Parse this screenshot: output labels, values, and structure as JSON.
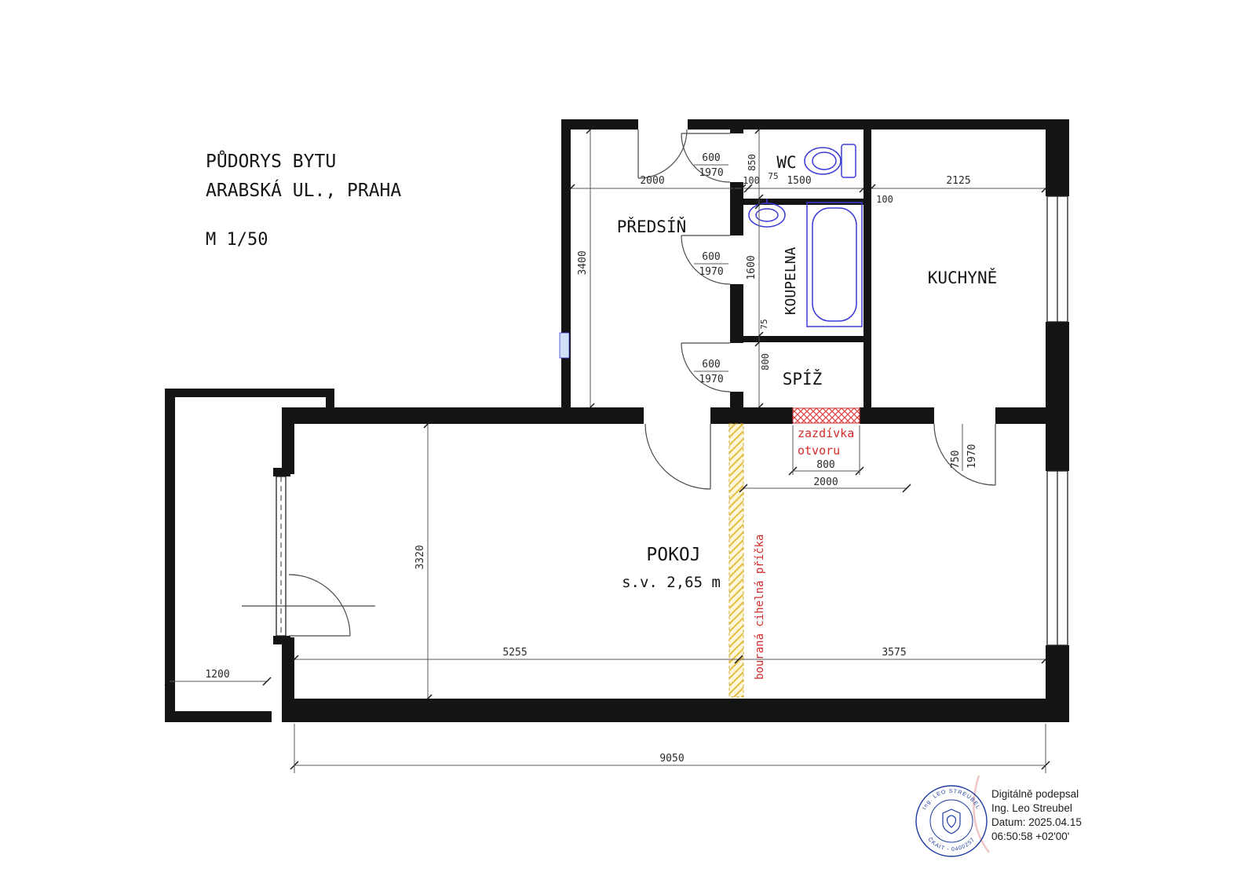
{
  "title": {
    "project": "PŮDORYS BYTU",
    "address": "ARABSKÁ UL., PRAHA",
    "scale": "M 1/50"
  },
  "rooms": {
    "hall": "PŘEDSÍŇ",
    "wc": "WC",
    "bathroom": "KOUPELNA",
    "kitchen": "KUCHYNĚ",
    "pantry": "SPÍŽ",
    "living_room": "POKOJ",
    "ceiling_height": "s.v. 2,65 m"
  },
  "door_labels": {
    "interior_width": "600",
    "interior_height": "1970",
    "kitchen_width": "750",
    "kitchen_height": "1970"
  },
  "dimensions": {
    "hall_width": "2000",
    "wall_a": "100",
    "wc_offset": "75",
    "wc_width": "1500",
    "wc_depth": "850",
    "kitchen_width": "2125",
    "wall_b": "100",
    "hall_depth": "3400",
    "bathroom_depth": "1600",
    "partition": "75",
    "pantry_depth": "800",
    "opening_width": "800",
    "opening_span": "2000",
    "room_depth": "3320",
    "room_left_width": "5255",
    "room_right_width": "3575",
    "balcony_width": "1200",
    "total_width": "9050"
  },
  "annotations": {
    "infill_line1": "zazdívka",
    "infill_line2": "otvoru",
    "demolition_note": "bouraná cihelná příčka"
  },
  "signature": {
    "line1": "Digitálně podepsal",
    "line2": "Ing. Leo Streubel",
    "line3": "Datum: 2025.04.15",
    "line4": "06:50:58 +02'00'",
    "stamp_top": "Ing. LEO STREUBEL",
    "stamp_bottom": "ČKAIT - 0400257"
  },
  "colors": {
    "wall": "#141414",
    "fixture": "#3b3bd6",
    "demolition_red": "#d42a2a",
    "partition_yellow": "#e3bf3f",
    "stamp_blue": "#1e3da0"
  }
}
